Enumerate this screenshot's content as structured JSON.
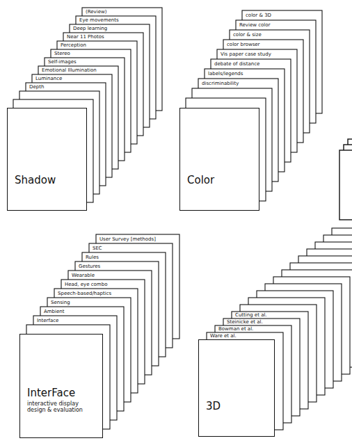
{
  "diagram": {
    "nodes": [
      {
        "text": [
          "Shadow"
        ]
      },
      {
        "text": [
          "Color"
        ]
      },
      {
        "text": [
          "InterFace",
          "interactive display design & evaluation"
        ]
      },
      {
        "text": [
          "3D"
        ]
      }
    ],
    "labels": [
      "(Review)",
      "Eye movements",
      "Deep learning",
      "Near 11 Photos",
      "Perception",
      "Stereo",
      "Self-images",
      "Emotional Illumination",
      "Luminance",
      "Depth",
      "color & 3D",
      "Review color",
      "color & size",
      "color browser",
      "Vis paper case study",
      "debate of distance",
      "labels/legends",
      "discriminability",
      "User Survey [methods]",
      "SEC",
      "Rules",
      "Gestures",
      "Wearable",
      "Head, eye combo",
      "Speech-based/haptics",
      "Sensing",
      "Ambient",
      "Interface",
      "Cutting et al.",
      "Steinicke et al.",
      "Bowman et al.",
      "Ware et al."
    ]
  }
}
